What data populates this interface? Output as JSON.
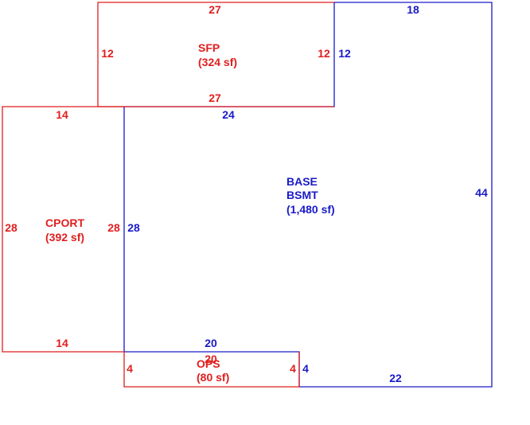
{
  "colors": {
    "added_area": "#e01e1e",
    "base_area": "#1a1ac8"
  },
  "areas": {
    "sfp": {
      "name": "SFP",
      "area": "(324 sf)",
      "dims": {
        "top": "27",
        "left": "12",
        "right": "12",
        "bottom": "27"
      }
    },
    "cport": {
      "name": "CPORT",
      "area": "(392 sf)",
      "dims": {
        "top": "14",
        "left": "28",
        "right": "28",
        "bottom": "14"
      }
    },
    "base": {
      "name_line1": "BASE",
      "name_line2": "BSMT",
      "area": "(1,480 sf)",
      "dims": {
        "top_left": "24",
        "top_right": "18",
        "upper_right_step": "12",
        "right": "44",
        "left": "28",
        "bottom_inner": "20",
        "step": "4",
        "bottom": "22"
      }
    },
    "ops": {
      "name": "OPS",
      "area": "(80 sf)",
      "dims": {
        "top": "20",
        "left": "4",
        "right": "4"
      }
    }
  }
}
